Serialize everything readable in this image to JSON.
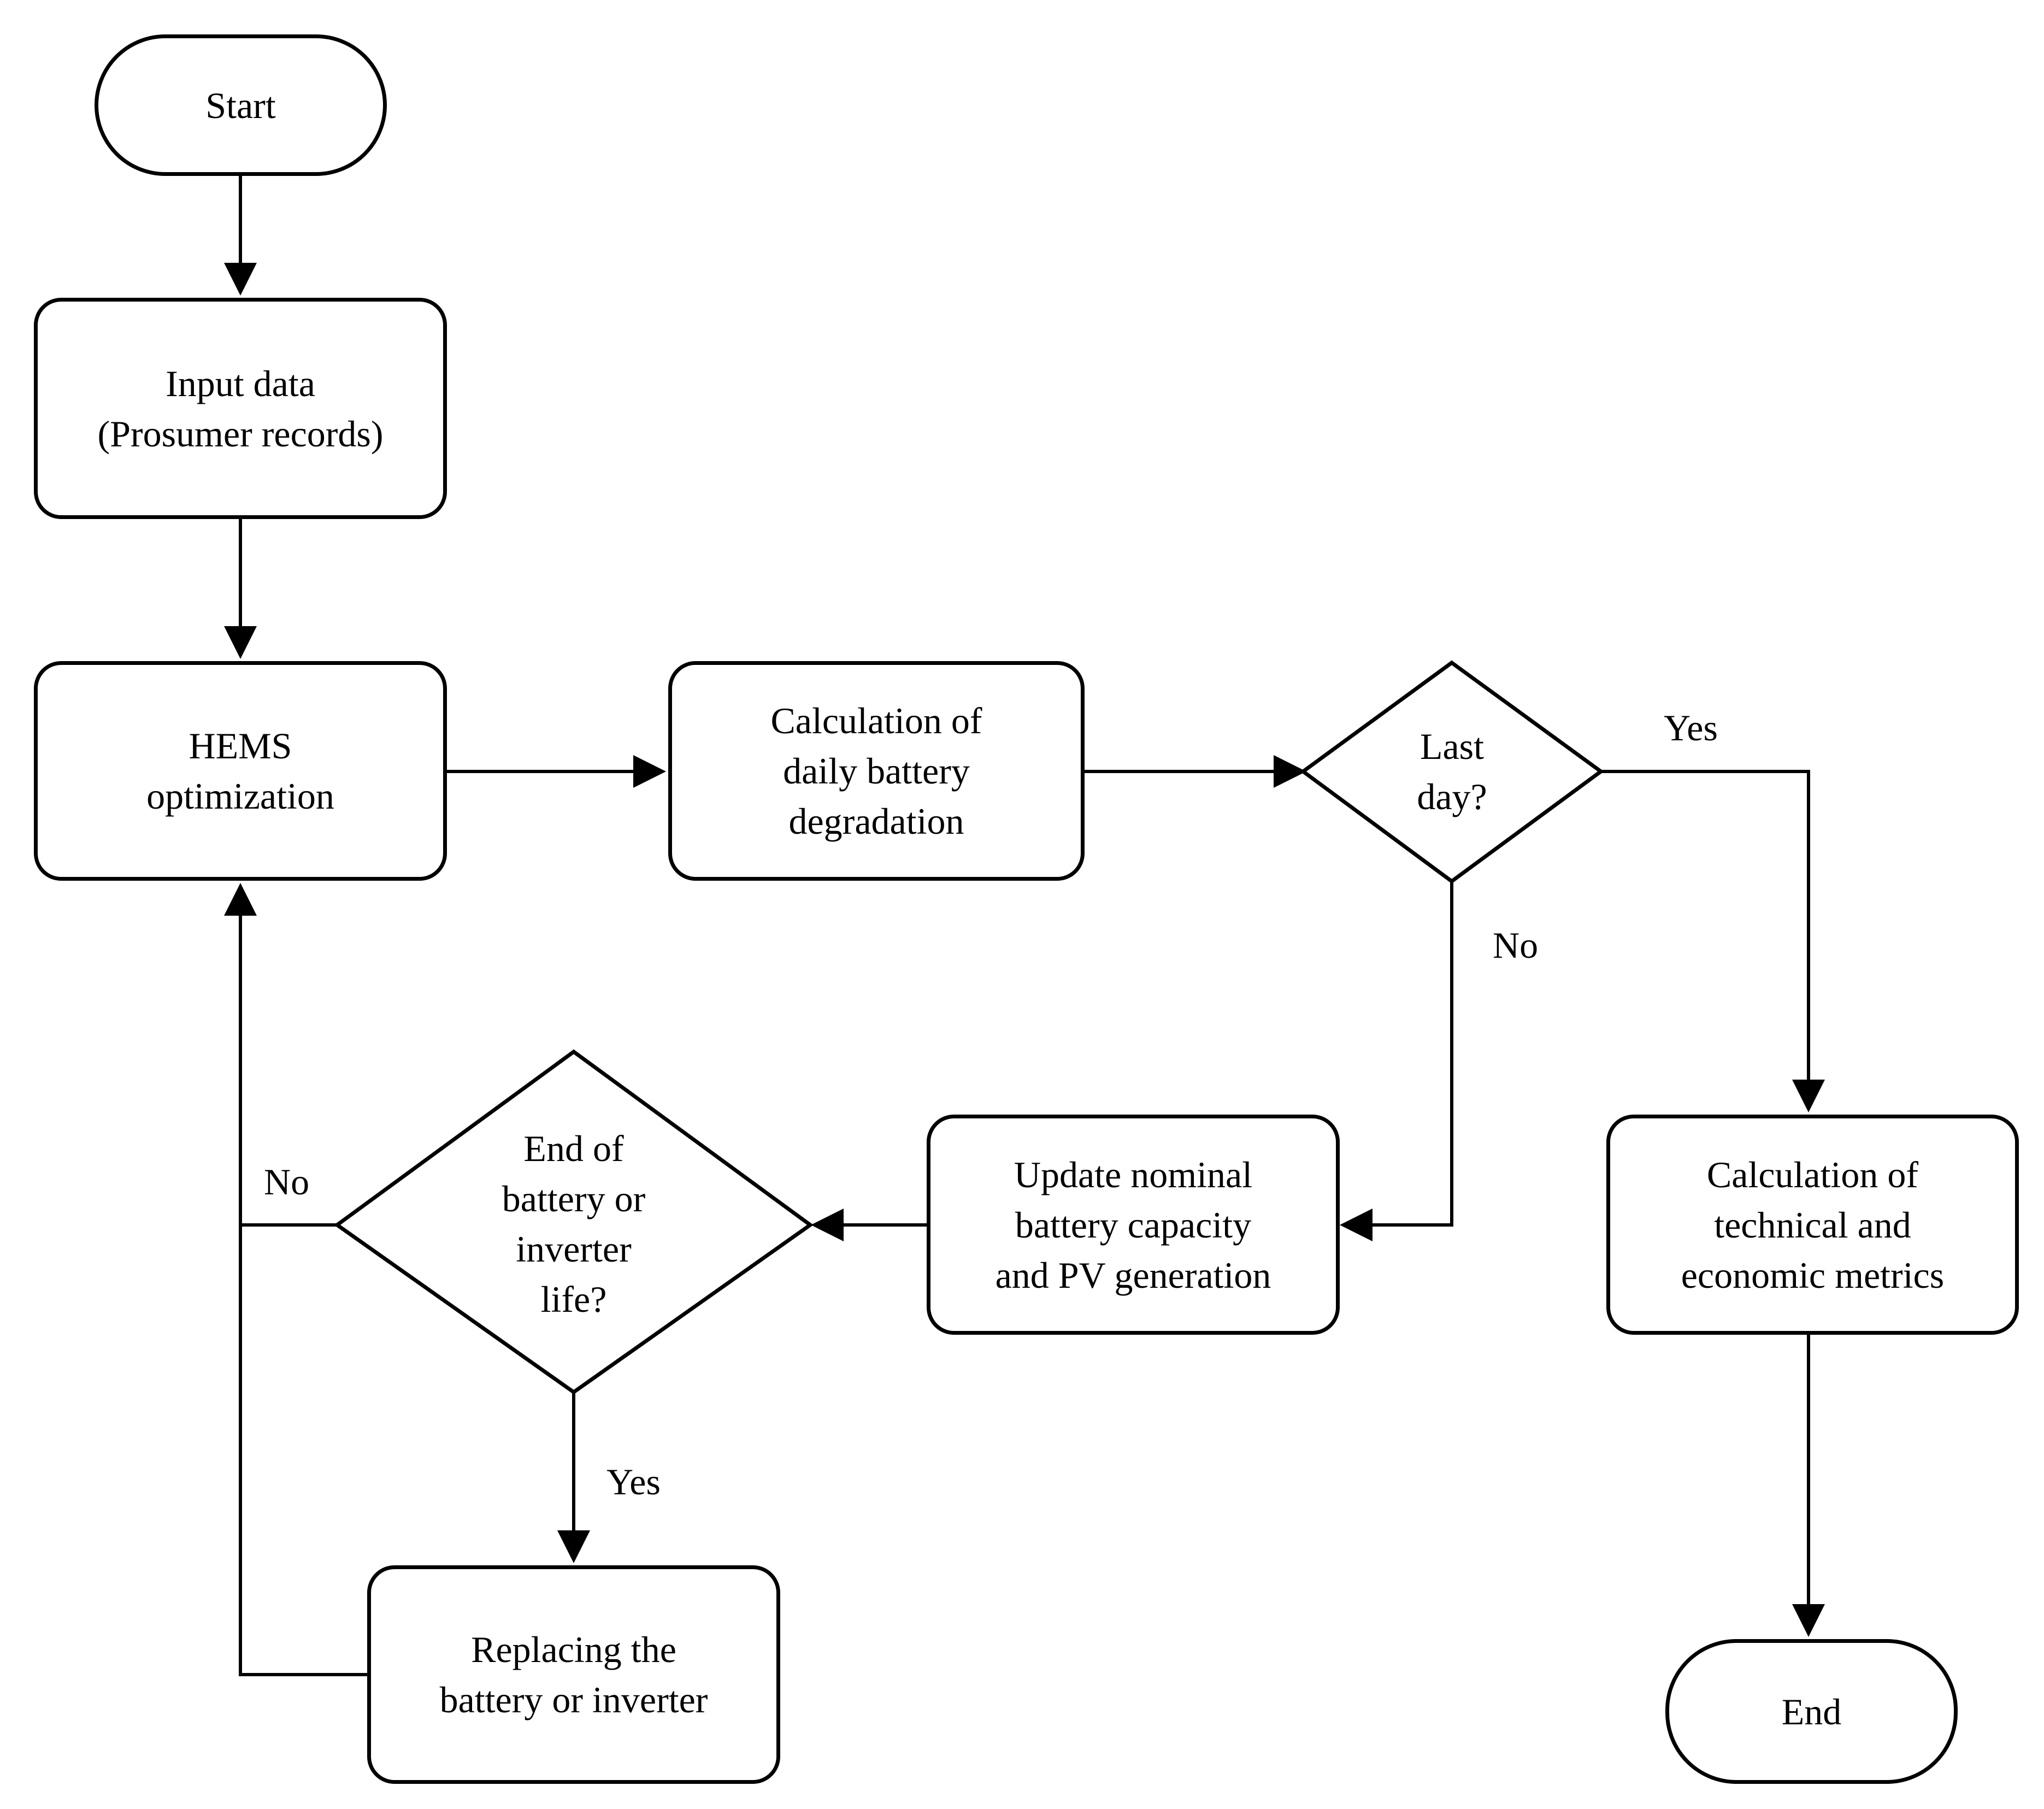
{
  "nodes": {
    "start": "Start",
    "input": "Input data\n(Prosumer records)",
    "hems": "HEMS\noptimization",
    "calc_degradation": "Calculation of\ndaily battery\ndegradation",
    "last_day": "Last\nday?",
    "update": "Update nominal\nbattery capacity\nand PV generation",
    "end_of_life": "End of\nbattery or\ninverter\nlife?",
    "replace": "Replacing the\nbattery or inverter",
    "metrics": "Calculation of\ntechnical and\neconomic metrics",
    "end": "End"
  },
  "edge_labels": {
    "last_day_yes": "Yes",
    "last_day_no": "No",
    "end_of_life_no": "No",
    "end_of_life_yes": "Yes"
  }
}
